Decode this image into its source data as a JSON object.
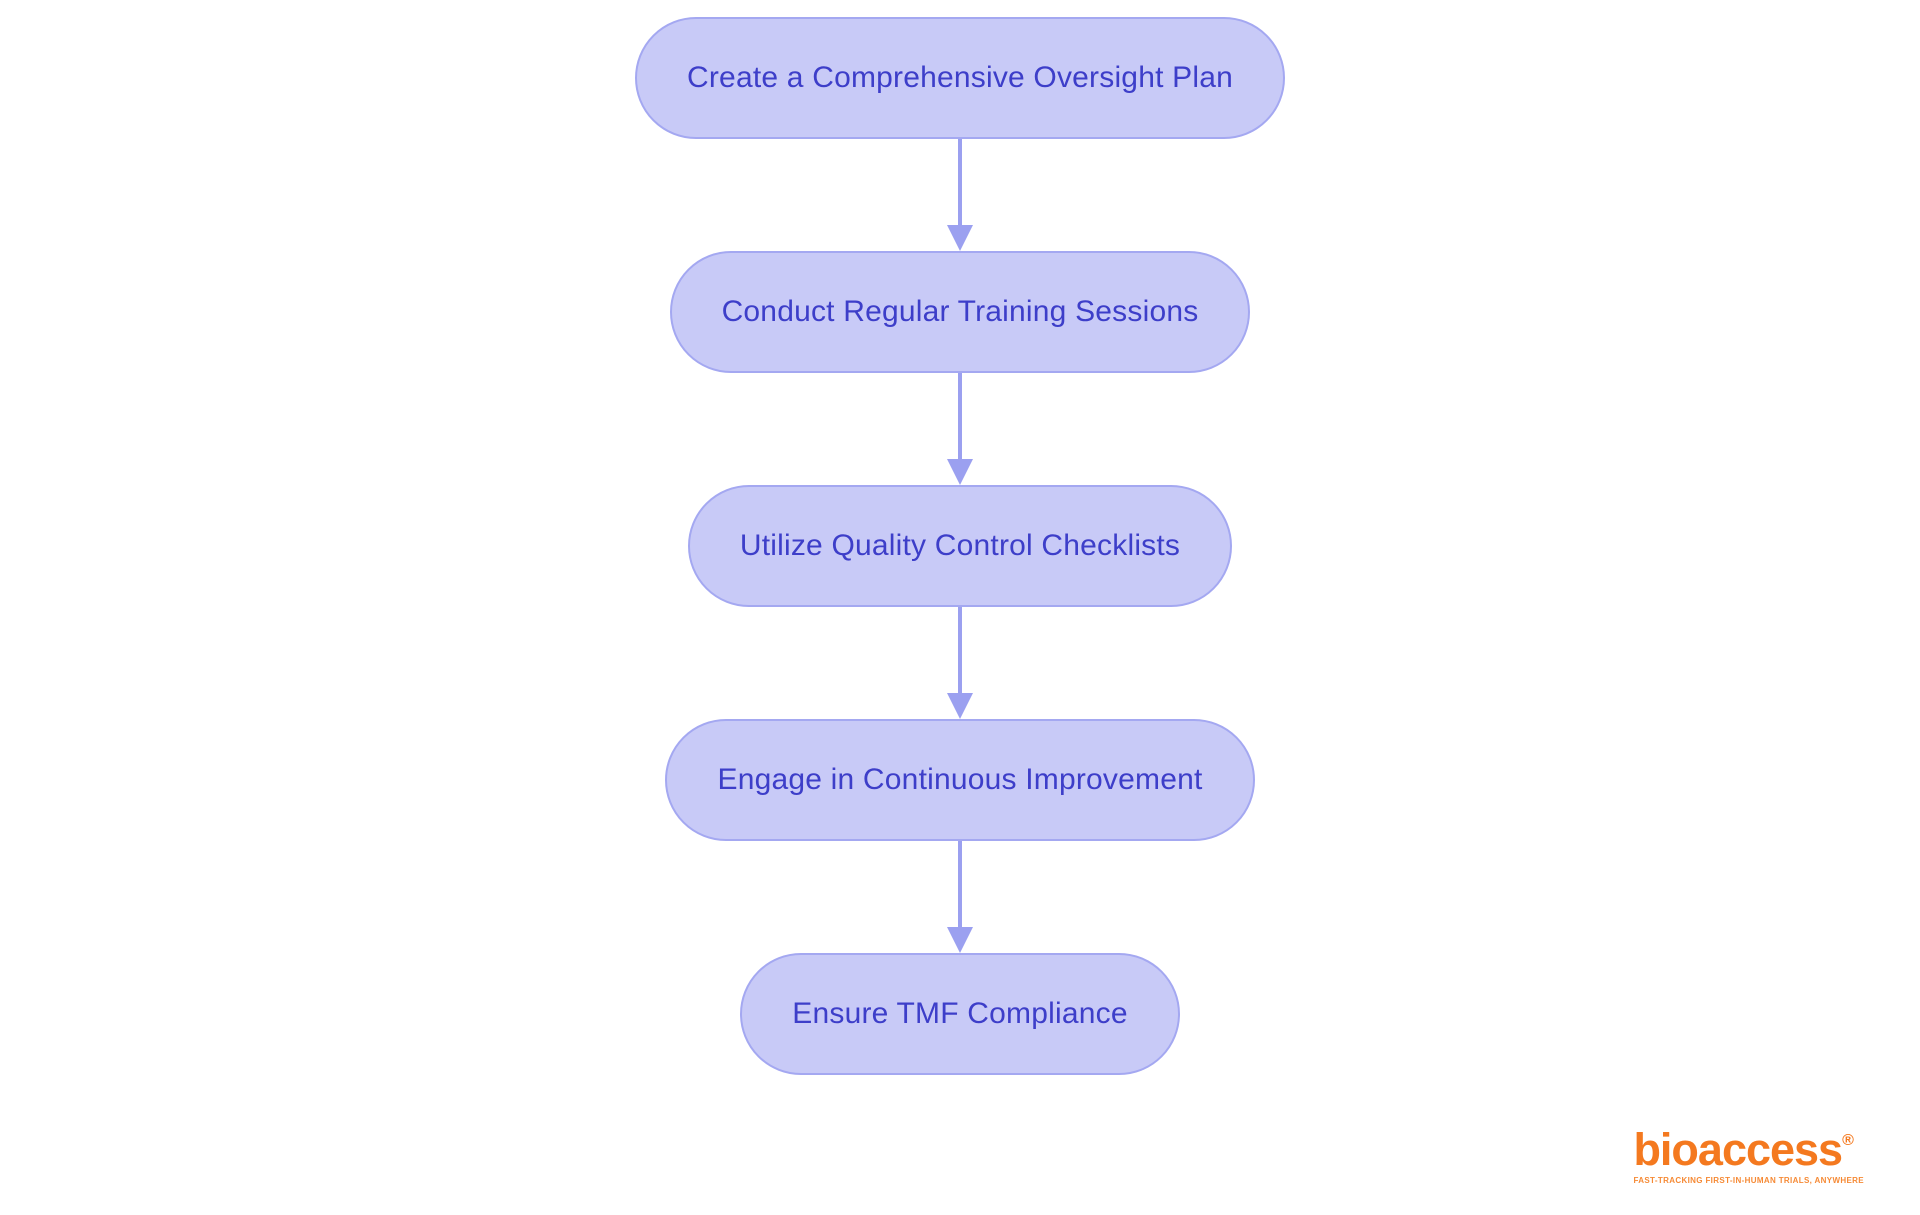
{
  "colors": {
    "background": "#ffffff",
    "node_fill": "#c8caf7",
    "node_border": "#a4a8f1",
    "node_text": "#3d3ec9",
    "arrow": "#9ba0f0",
    "logo_orange": "#f4791f",
    "tagline_orange": "#f68a35"
  },
  "flowchart": {
    "type": "flowchart-vertical",
    "nodes": [
      {
        "id": "oversight-plan",
        "label": "Create a Comprehensive Oversight Plan"
      },
      {
        "id": "training-sessions",
        "label": "Conduct Regular Training Sessions"
      },
      {
        "id": "quality-checklists",
        "label": "Utilize Quality Control Checklists"
      },
      {
        "id": "continuous-improvement",
        "label": "Engage in Continuous Improvement"
      },
      {
        "id": "tmf-compliance",
        "label": "Ensure TMF Compliance"
      }
    ],
    "edges": [
      {
        "from": "oversight-plan",
        "to": "training-sessions"
      },
      {
        "from": "training-sessions",
        "to": "quality-checklists"
      },
      {
        "from": "quality-checklists",
        "to": "continuous-improvement"
      },
      {
        "from": "continuous-improvement",
        "to": "tmf-compliance"
      }
    ]
  },
  "logo": {
    "wordmark": "bioaccess",
    "registered_mark": "®",
    "tagline": "FAST-TRACKING FIRST-IN-HUMAN TRIALS, ANYWHERE"
  }
}
